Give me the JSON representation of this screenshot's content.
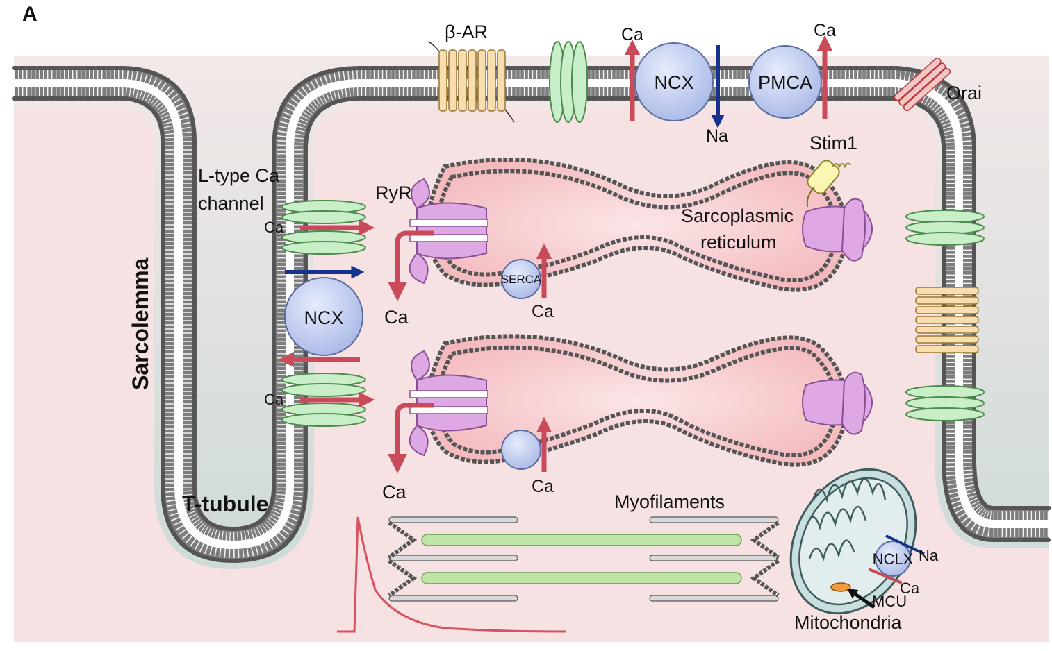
{
  "panel_label": "A",
  "labels": {
    "beta_ar": "β-AR",
    "ca_top_ncx": "Ca",
    "ncx_top": "NCX",
    "na_top": "Na",
    "pmca": "PMCA",
    "ca_top_pmca": "Ca",
    "orai": "Orai",
    "stim1": "Stim1",
    "ltype_line1": "L-type Ca",
    "ltype_line2": "channel",
    "ca_ltype_1": "Ca",
    "ryr": "RyR",
    "sr_line1": "Sarcoplasmic",
    "sr_line2": "reticulum",
    "ncx_left": "NCX",
    "serca": "SERCA",
    "ca_release_1": "Ca",
    "ca_serca_1": "Ca",
    "ca_ltype_2": "Ca",
    "ca_release_2": "Ca",
    "ca_serca_2": "Ca",
    "sarcolemma": "Sarcolemma",
    "t_tubule": "T-tubule",
    "myofilaments": "Myofilaments",
    "nclx": "NCLX",
    "na_mito": "Na",
    "ca_mito": "Ca",
    "mcu": "MCU",
    "mitochondria": "Mitochondria"
  },
  "colors": {
    "cytosol": "#f6e2e2",
    "extracellular": "#d2e0dd",
    "sr_lumen": "#f7c2c4",
    "calcium_arrow": "#c94b59",
    "sodium_arrow": "#15328c",
    "channel_green": "#c9efc9",
    "exchanger_blue": "#c4d0f2",
    "ryr_purple": "#dda8e4",
    "receptor_orange": "#f8deae",
    "transient_trace": "#d9505e"
  }
}
